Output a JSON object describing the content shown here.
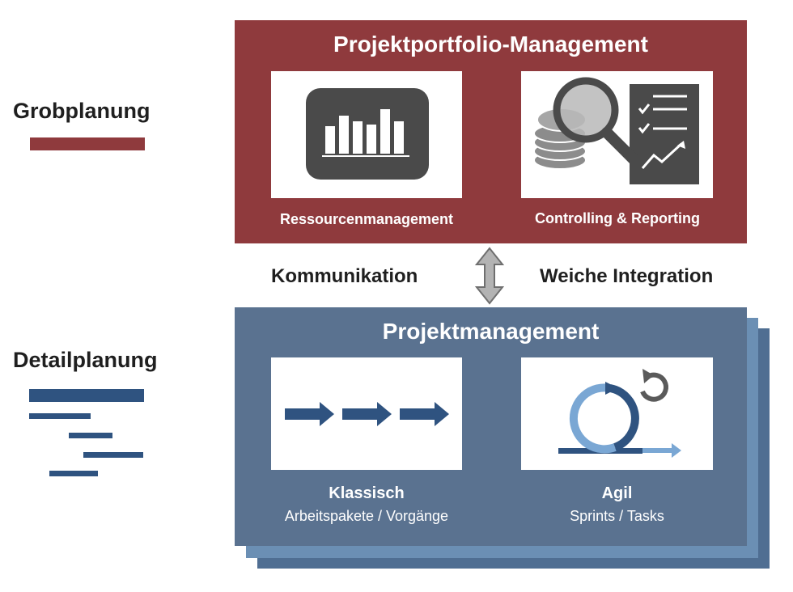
{
  "left_labels": {
    "grob": "Grobplanung",
    "detail": "Detailplanung"
  },
  "portfolio": {
    "title": "Projektportfolio-Management",
    "panels": [
      {
        "caption": "Ressourcenmanagement",
        "icon": "bar-chart-icon"
      },
      {
        "caption": "Controlling & Reporting",
        "icon": "coins-magnifier-report-icon"
      }
    ]
  },
  "middle": {
    "left": "Kommunikation",
    "right": "Weiche Integration",
    "icon": "double-arrow-vertical-icon"
  },
  "project_management": {
    "title": "Projektmanagement",
    "panels": [
      {
        "title": "Klassisch",
        "subtitle": "Arbeitspakete / Vorgänge",
        "icon": "sequential-arrows-icon"
      },
      {
        "title": "Agil",
        "subtitle": "Sprints / Tasks",
        "icon": "agile-loop-icon"
      }
    ]
  },
  "colors": {
    "portfolio_red": "#8f3a3d",
    "pm_blue": "#5a7290",
    "dark_blue": "#2f5380",
    "light_blue": "#7aa7d4",
    "icon_gray": "#4a4a4a"
  }
}
